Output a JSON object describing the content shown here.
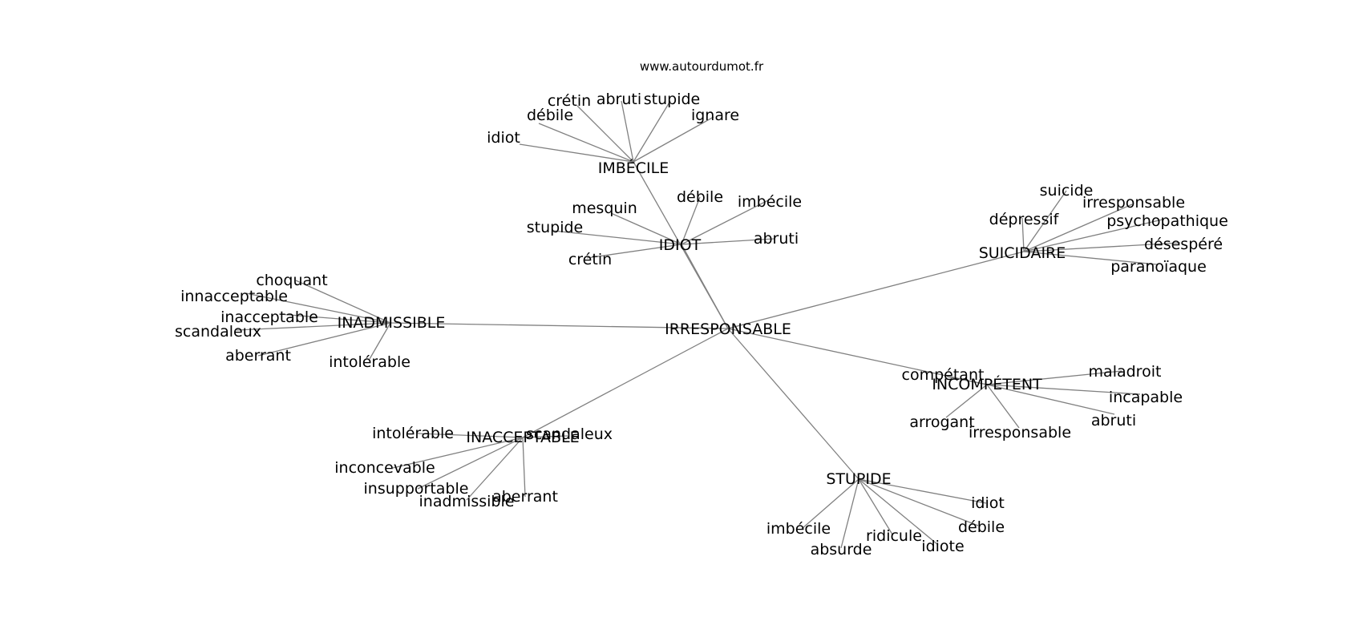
{
  "header": {
    "site": "www.autourdumot.fr"
  },
  "colors": {
    "edge": "#808080",
    "text": "#000000",
    "background": "#ffffff"
  },
  "graph": {
    "center": "IRRESPONSABLE",
    "clusters": [
      {
        "label": "IMBÉCILE",
        "words": [
          "idiot",
          "débile",
          "crétin",
          "abruti",
          "stupide",
          "ignare"
        ]
      },
      {
        "label": "IDIOT",
        "words": [
          "mesquin",
          "stupide",
          "crétin",
          "débile",
          "imbécile",
          "abruti"
        ]
      },
      {
        "label": "SUICIDAIRE",
        "words": [
          "suicide",
          "dépressif",
          "irresponsable",
          "psychopathique",
          "désespéré",
          "paranoïaque"
        ]
      },
      {
        "label": "INADMISSIBLE",
        "words": [
          "choquant",
          "innacceptable",
          "inacceptable",
          "scandaleux",
          "aberrant",
          "intolérable"
        ]
      },
      {
        "label": "INCOMPÉTENT",
        "words": [
          "compétant",
          "maladroit",
          "incapable",
          "abruti",
          "irresponsable",
          "arrogant"
        ]
      },
      {
        "label": "INACCEPTABLE",
        "words": [
          "intolérable",
          "scandaleux",
          "inconcevable",
          "insupportable",
          "inadmissible",
          "aberrant"
        ]
      },
      {
        "label": "STUPIDE",
        "words": [
          "idiot",
          "débile",
          "idiote",
          "ridicule",
          "absurde",
          "imbécile"
        ]
      }
    ]
  }
}
